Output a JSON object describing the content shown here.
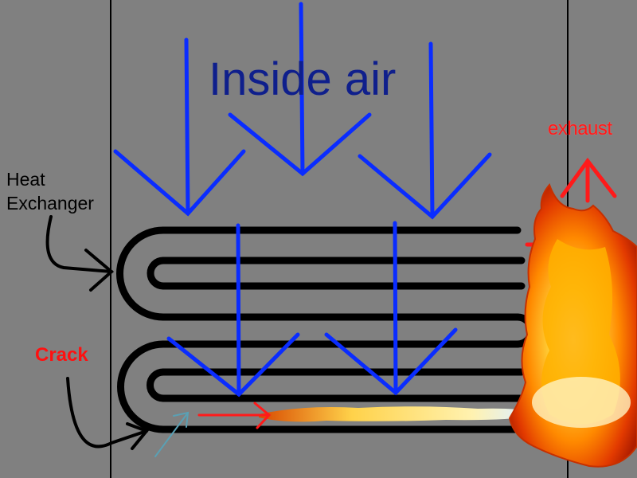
{
  "title": "Inside air",
  "labels": {
    "heat_exchanger_line1": "Heat",
    "heat_exchanger_line2": "Exchanger",
    "crack": "Crack",
    "exhaust": "exhaust"
  },
  "colors": {
    "background": "#808080",
    "title": "#0f1f8c",
    "air_arrows": "#0a2cff",
    "exhaust": "#ff1a1a",
    "crack_label": "#ff1010",
    "tubes": "#000000",
    "leak_arrow": "#ff1a1a",
    "crack_pointer": "#5aa0b4",
    "flame_core": "#ffb000",
    "flame_outer": "#e23a00"
  },
  "icons": {
    "air_flow": "arrow-down-icon",
    "exhaust_flow": "arrow-up-icon",
    "fire": "fire-icon",
    "leak": "arrow-right-icon"
  }
}
